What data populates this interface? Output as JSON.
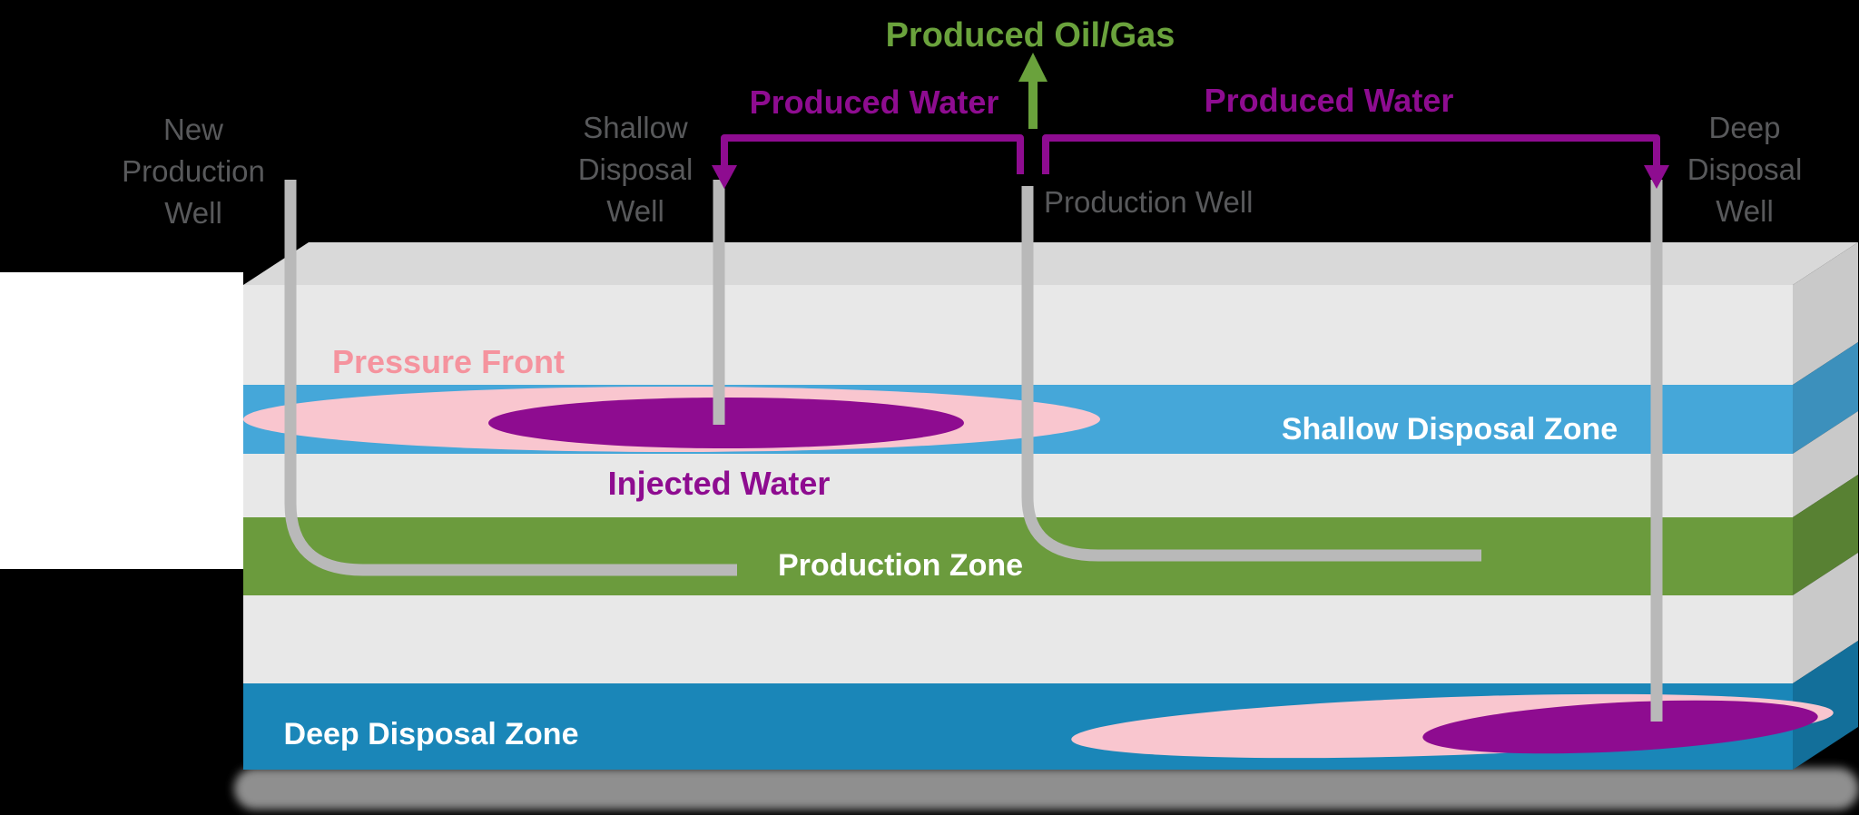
{
  "top_labels": {
    "produced_oil_gas": "Produced Oil/Gas",
    "produced_water_left": "Produced Water",
    "produced_water_right": "Produced Water"
  },
  "wells": {
    "new_production_well": "New Production Well",
    "shallow_disposal_well": "Shallow Disposal Well",
    "production_well": "Production Well",
    "deep_disposal_well": "Deep Disposal Well"
  },
  "zones": {
    "pressure_front": "Pressure Front",
    "shallow_disposal_zone": "Shallow Disposal Zone",
    "injected_water": "Injected Water",
    "production_zone": "Production Zone",
    "deep_disposal_zone": "Deep Disposal Zone"
  },
  "colors": {
    "purple": "#8E0C90",
    "green_text_arrow": "#6AA23C",
    "pink_text": "#F5939E",
    "pink_pressure_fill": "#F9C6CF",
    "shallow_zone_blue": "#45A7D9",
    "deep_zone_blue": "#1A86B8",
    "production_zone_green": "#6B9B3D",
    "layer_gray": "#E8E8E8",
    "block_top_gray": "#D9D9D9",
    "well_gray": "#B9B9B9",
    "label_gray": "#58595B",
    "shadow_gray": "#8F8F8F",
    "background": "#000000"
  }
}
